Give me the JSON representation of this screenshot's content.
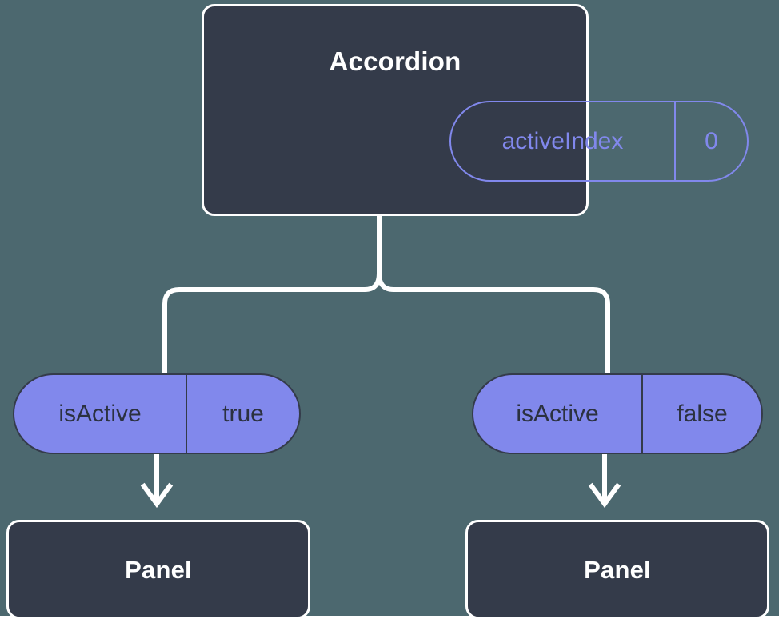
{
  "diagram": {
    "type": "component-state-tree",
    "background_color": "#4c686f",
    "node_fill_color": "#343b4a",
    "node_border_color": "#ffffff",
    "accent_color": "#8188ec",
    "connector_color": "#ffffff",
    "root": {
      "title": "Accordion",
      "state_badge": {
        "key": "activeIndex",
        "value": "0",
        "style": "outlined"
      }
    },
    "branches": [
      {
        "prop_badge": {
          "key": "isActive",
          "value": "true",
          "style": "filled"
        },
        "child": {
          "title": "Panel"
        }
      },
      {
        "prop_badge": {
          "key": "isActive",
          "value": "false",
          "style": "filled"
        },
        "child": {
          "title": "Panel"
        }
      }
    ]
  }
}
